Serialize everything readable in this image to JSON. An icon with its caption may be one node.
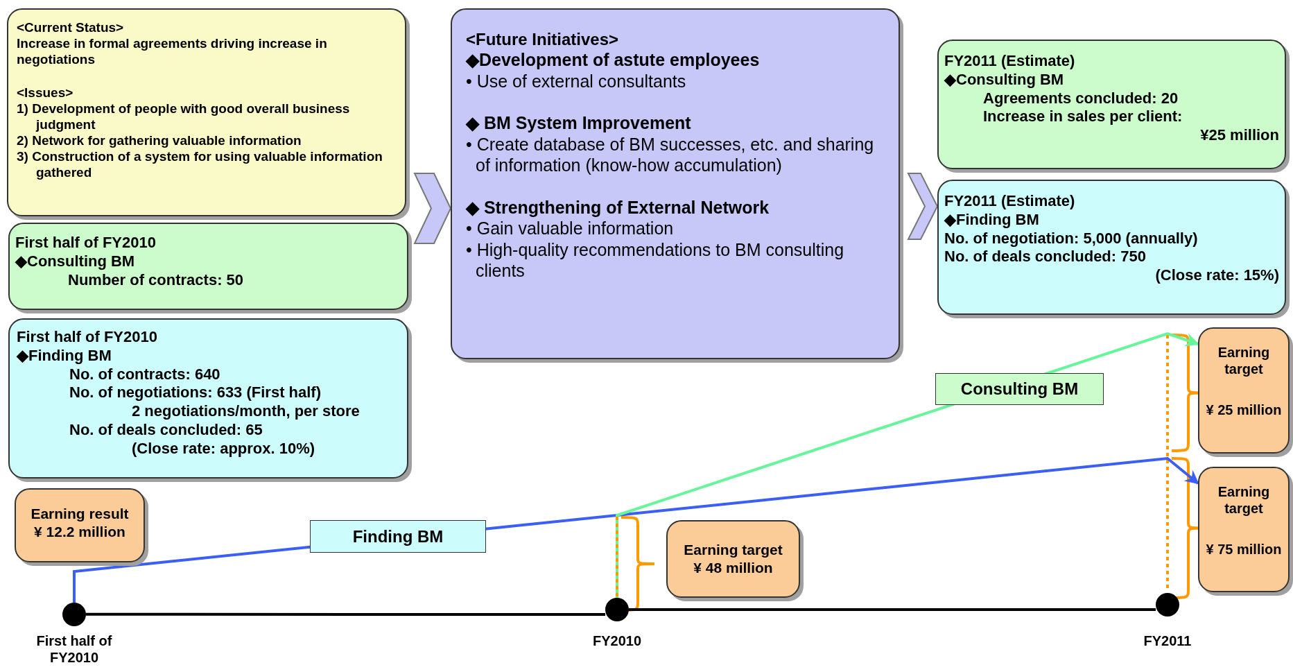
{
  "diagram": {
    "nodes": [
      {
        "text": [
          "<Current Status>",
          "Increase in formal agreements driving increase in negotiations",
          "<Issues>",
          "1) Development of people with good overall business judgment",
          "2) Network for gathering valuable information",
          "3) Construction of a system for using valuable information gathered"
        ]
      },
      {
        "text": [
          "First half of FY2010",
          "◆Consulting BM",
          "Number of contracts: 50"
        ]
      },
      {
        "text": [
          "First half of FY2010",
          "◆Finding BM",
          "No. of contracts: 640",
          "No. of negotiations: 633 (First half)",
          "2 negotiations/month, per store",
          "No. of deals concluded: 65",
          "(Close rate: approx. 10%)"
        ]
      },
      {
        "text": [
          "<Future Initiatives>",
          "◆Development of astute employees",
          "• Use of external consultants",
          "◆ BM System Improvement",
          "• Create database of BM successes, etc. and sharing of information (know-how accumulation)",
          "◆ Strengthening of External Network",
          "• Gain valuable information",
          "• High-quality recommendations to BM consulting clients"
        ]
      },
      {
        "text": [
          "FY2011 (Estimate)",
          "◆Consulting BM",
          "Agreements concluded: 20",
          "Increase in sales per client:",
          "¥25 million"
        ]
      },
      {
        "text": [
          "FY2011 (Estimate)",
          "◆Finding BM",
          "No. of negotiation: 5,000 (annually)",
          "No. of deals concluded: 750",
          "(Close rate: 15%)"
        ]
      },
      {
        "text": [
          "Earning result",
          "¥ 12.2 million"
        ]
      },
      {
        "text": [],
        "shape": "circle",
        "beside": [
          "First half of FY2010"
        ]
      },
      {
        "text": [],
        "shape": "circle",
        "beside": [
          "FY2010"
        ]
      },
      {
        "text": [
          "Earning target",
          "¥ 48 million"
        ]
      },
      {
        "text": [
          "Earning target",
          "¥ 25 million"
        ]
      },
      {
        "text": [
          "Earning target",
          "¥ 75 million"
        ]
      },
      {
        "text": [],
        "shape": "circle",
        "beside": [
          "FY2011"
        ]
      }
    ],
    "edges": [
      {
        "from": 0,
        "to": 3,
        "arrow": "to"
      },
      {
        "from": 3,
        "to": 5,
        "arrow": "to"
      },
      {
        "from": 7,
        "to": 8,
        "arrow": "none"
      },
      {
        "from": 8,
        "to": 12,
        "arrow": "none"
      },
      {
        "from": 7,
        "to": 11,
        "arrow": "to",
        "label": "Finding BM",
        "color": "#3b5ef5"
      },
      {
        "from": 8,
        "to": 10,
        "arrow": "to",
        "label": "Consulting BM",
        "color": "#66f59a"
      }
    ]
  }
}
